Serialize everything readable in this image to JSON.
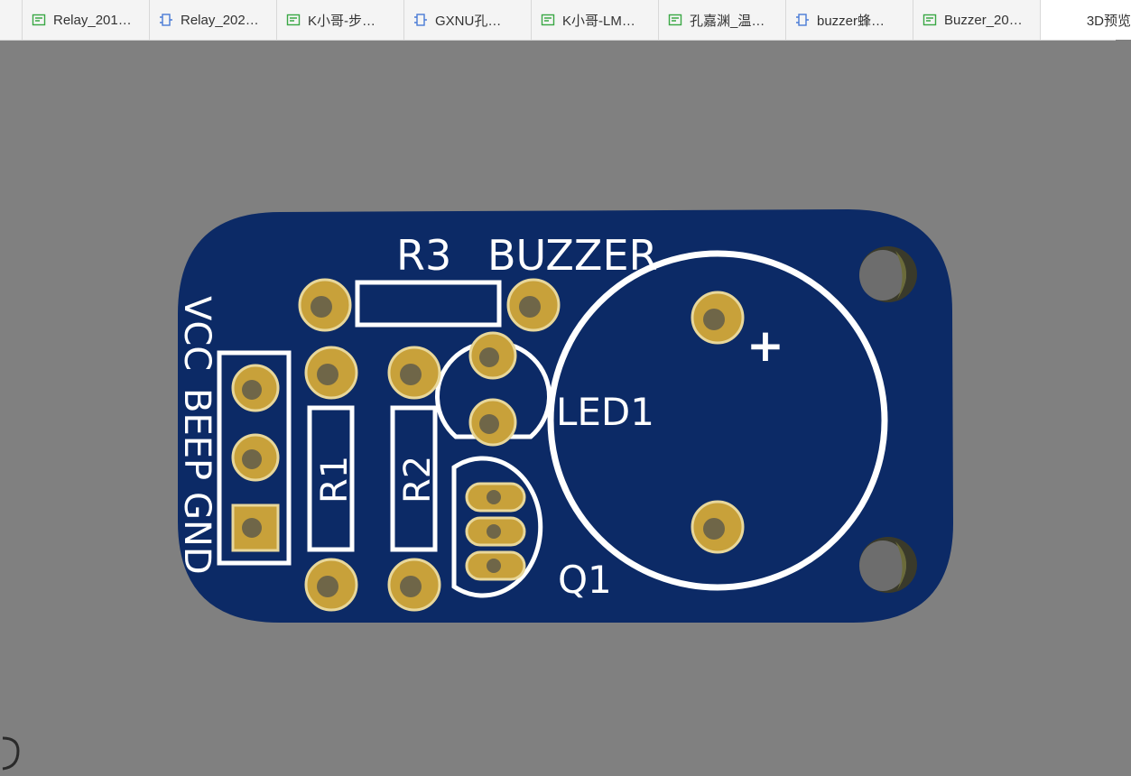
{
  "tabs": [
    {
      "label": "Relay_201…",
      "icon": "pcb-icon"
    },
    {
      "label": "Relay_202…",
      "icon": "schematic-icon"
    },
    {
      "label": "K小哥-步…",
      "icon": "pcb-icon"
    },
    {
      "label": "GXNU孔…",
      "icon": "schematic-icon"
    },
    {
      "label": "K小哥-LM…",
      "icon": "pcb-icon"
    },
    {
      "label": "孔嘉渊_温…",
      "icon": "pcb-icon"
    },
    {
      "label": "buzzer蜂…",
      "icon": "schematic-icon"
    },
    {
      "label": "Buzzer_20…",
      "icon": "pcb-icon"
    },
    {
      "label": "3D预览",
      "icon": ""
    }
  ],
  "pcb": {
    "silkscreen": {
      "r3": "R3",
      "buzzer": "BUZZER",
      "led1": "LED1",
      "r1": "R1",
      "r2": "R2",
      "q1": "Q1",
      "vcc": "VCC",
      "beep": "BEEP",
      "gnd": "GND",
      "plus": "+"
    },
    "colors": {
      "board": "#0c2a66",
      "pad_copper": "#c8a13a",
      "silkscreen": "#ffffff",
      "background": "#808080"
    }
  }
}
